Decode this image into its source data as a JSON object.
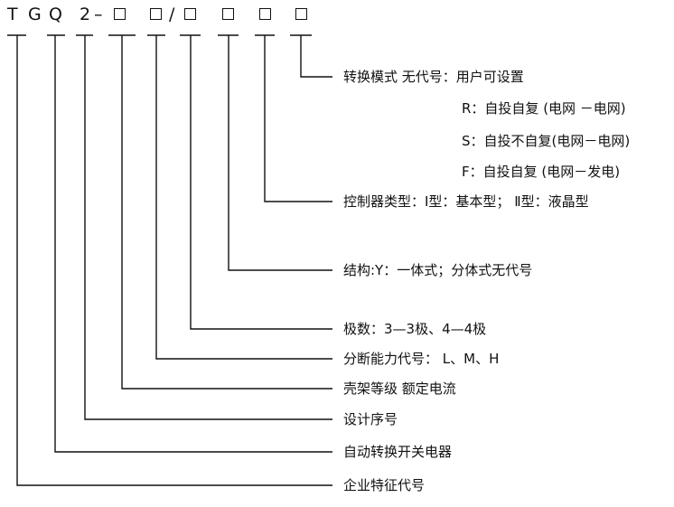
{
  "model_code": {
    "chars": [
      "T",
      "G",
      "Q",
      "2",
      "–",
      "/"
    ]
  },
  "descriptions": {
    "conversion_mode": "转换模式  无代号：用户可设置",
    "mode_r": "R：自投自复 (电网 －电网)",
    "mode_s": "S：自投不自复(电网－电网)",
    "mode_f": "F：自投自复 (电网－发电)",
    "controller_type": "控制器类型：Ⅰ型：基本型； Ⅱ型：液晶型",
    "structure": "结构:Y：一体式；分体式无代号",
    "poles": "极数：3—3极、4—4极",
    "breaking_capacity": "分断能力代号： L、M、H",
    "frame_rating": "壳架等级 额定电流",
    "design_serial": "设计序号",
    "product_name": "自动转换开关电器",
    "company_code": "企业特征代号"
  }
}
